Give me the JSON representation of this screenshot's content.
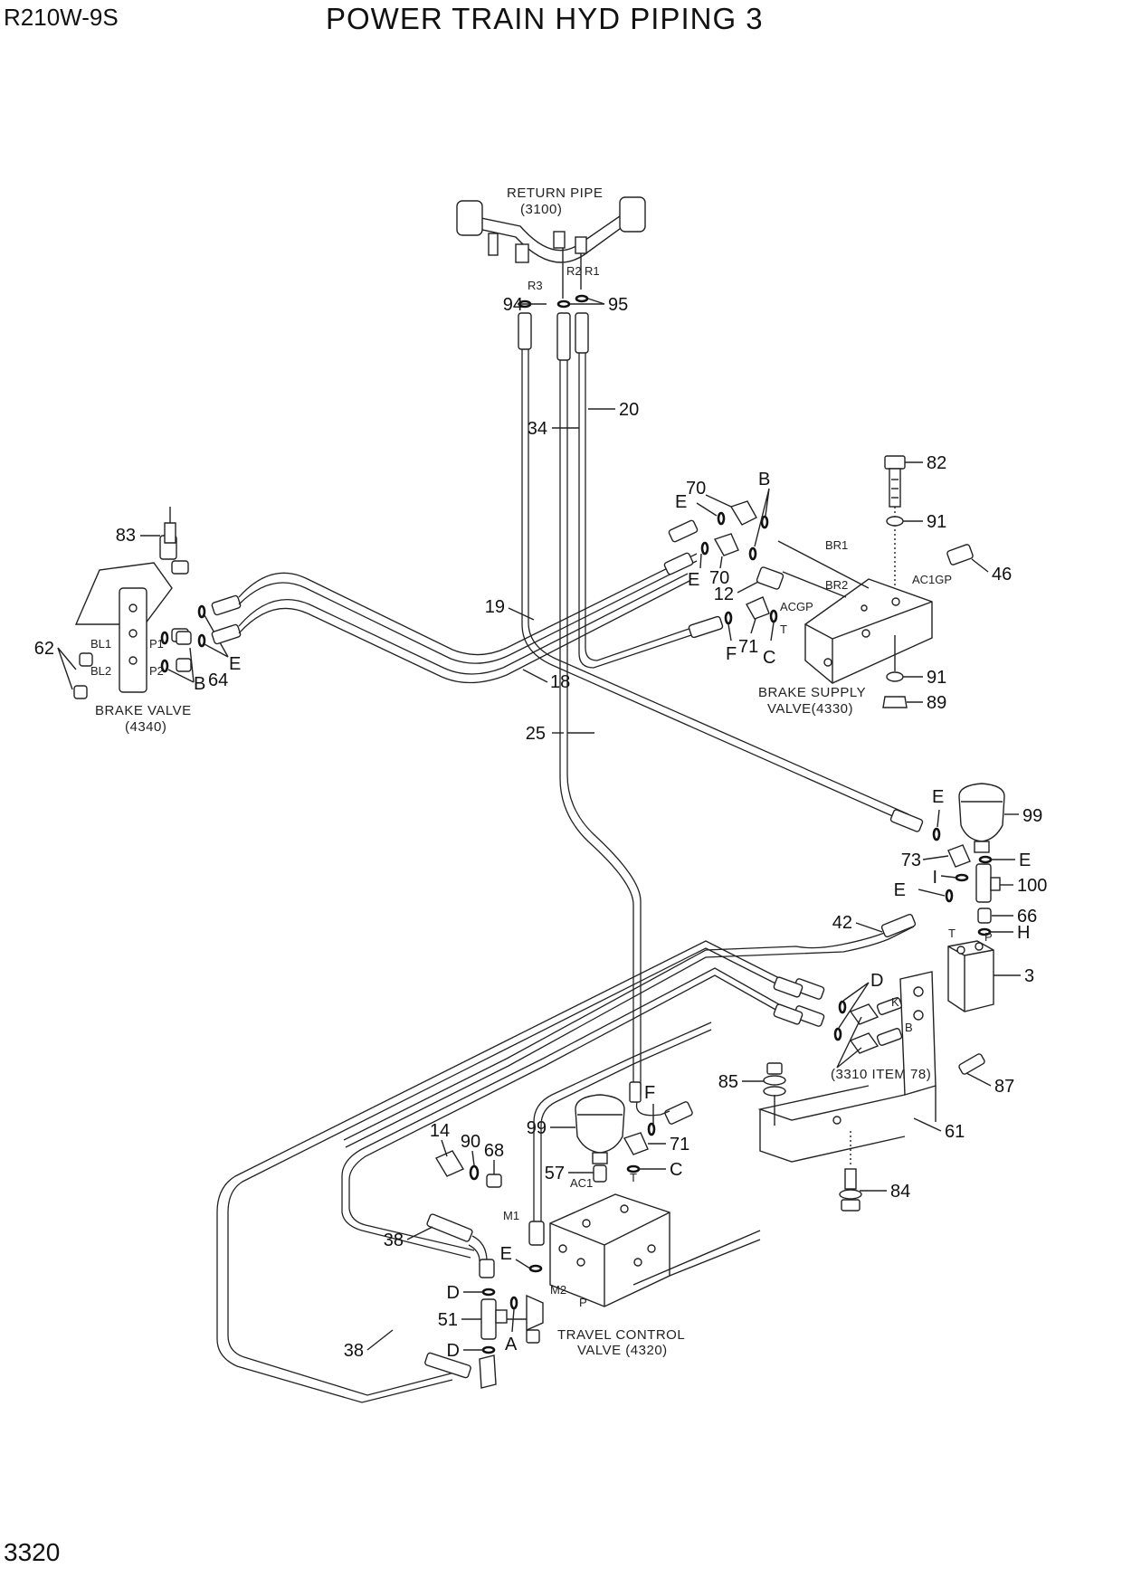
{
  "header": {
    "model": "R210W-9S",
    "title": "POWER TRAIN HYD PIPING 3",
    "page_number": "3320"
  },
  "captions": {
    "return_pipe": "RETURN PIPE",
    "return_pipe_ref": "(3100)",
    "brake_valve": "BRAKE VALVE",
    "brake_valve_ref": "(4340)",
    "brake_supply_valve": "BRAKE SUPPLY",
    "brake_supply_valve_ref": "VALVE(4330)",
    "travel_control_valve": "TRAVEL CONTROL",
    "travel_control_valve_ref": "VALVE (4320)",
    "item_ref": "(3310 ITEM 78)"
  },
  "ports": {
    "r1": "R1",
    "r2": "R2",
    "r3": "R3",
    "bl1": "BL1",
    "bl2": "BL2",
    "p1": "P1",
    "p2": "P2",
    "br1": "BR1",
    "br2": "BR2",
    "ac1gp": "AC1GP",
    "acgp": "ACGP",
    "t_bsv": "T",
    "t_acc": "T",
    "p_acc": "P",
    "k": "K",
    "b_port": "B",
    "ac1": "AC1",
    "t_tcv": "T",
    "m1": "M1",
    "m2": "M2",
    "p_tcv": "P"
  },
  "callouts": {
    "c94": "94",
    "c95": "95",
    "c34": "34",
    "c20": "20",
    "c82": "82",
    "c91a": "91",
    "c91b": "91",
    "c46": "46",
    "c89": "89",
    "c70a": "70",
    "c70b": "70",
    "c_b1": "B",
    "c_e1": "E",
    "c_e2": "E",
    "c12": "12",
    "c71a": "71",
    "c_f1": "F",
    "c_c1": "C",
    "c83": "83",
    "c62": "62",
    "c19": "19",
    "c18": "18",
    "c64": "64",
    "c_b2": "B",
    "c_e3": "E",
    "c25": "25",
    "c_e4": "E",
    "c99a": "99",
    "c73": "73",
    "c_e5": "E",
    "c_i": "I",
    "c100": "100",
    "c_e6": "E",
    "c42": "42",
    "c66": "66",
    "c_h": "H",
    "c3": "3",
    "c_d1": "D",
    "c85": "85",
    "c87": "87",
    "c61": "61",
    "c84": "84",
    "c14": "14",
    "c90": "90",
    "c68": "68",
    "c99b": "99",
    "c_f2": "F",
    "c71b": "71",
    "c57": "57",
    "c_c2": "C",
    "c38a": "38",
    "c_e7": "E",
    "c_d2": "D",
    "c51": "51",
    "c_a": "A",
    "c_d3": "D",
    "c38b": "38"
  }
}
